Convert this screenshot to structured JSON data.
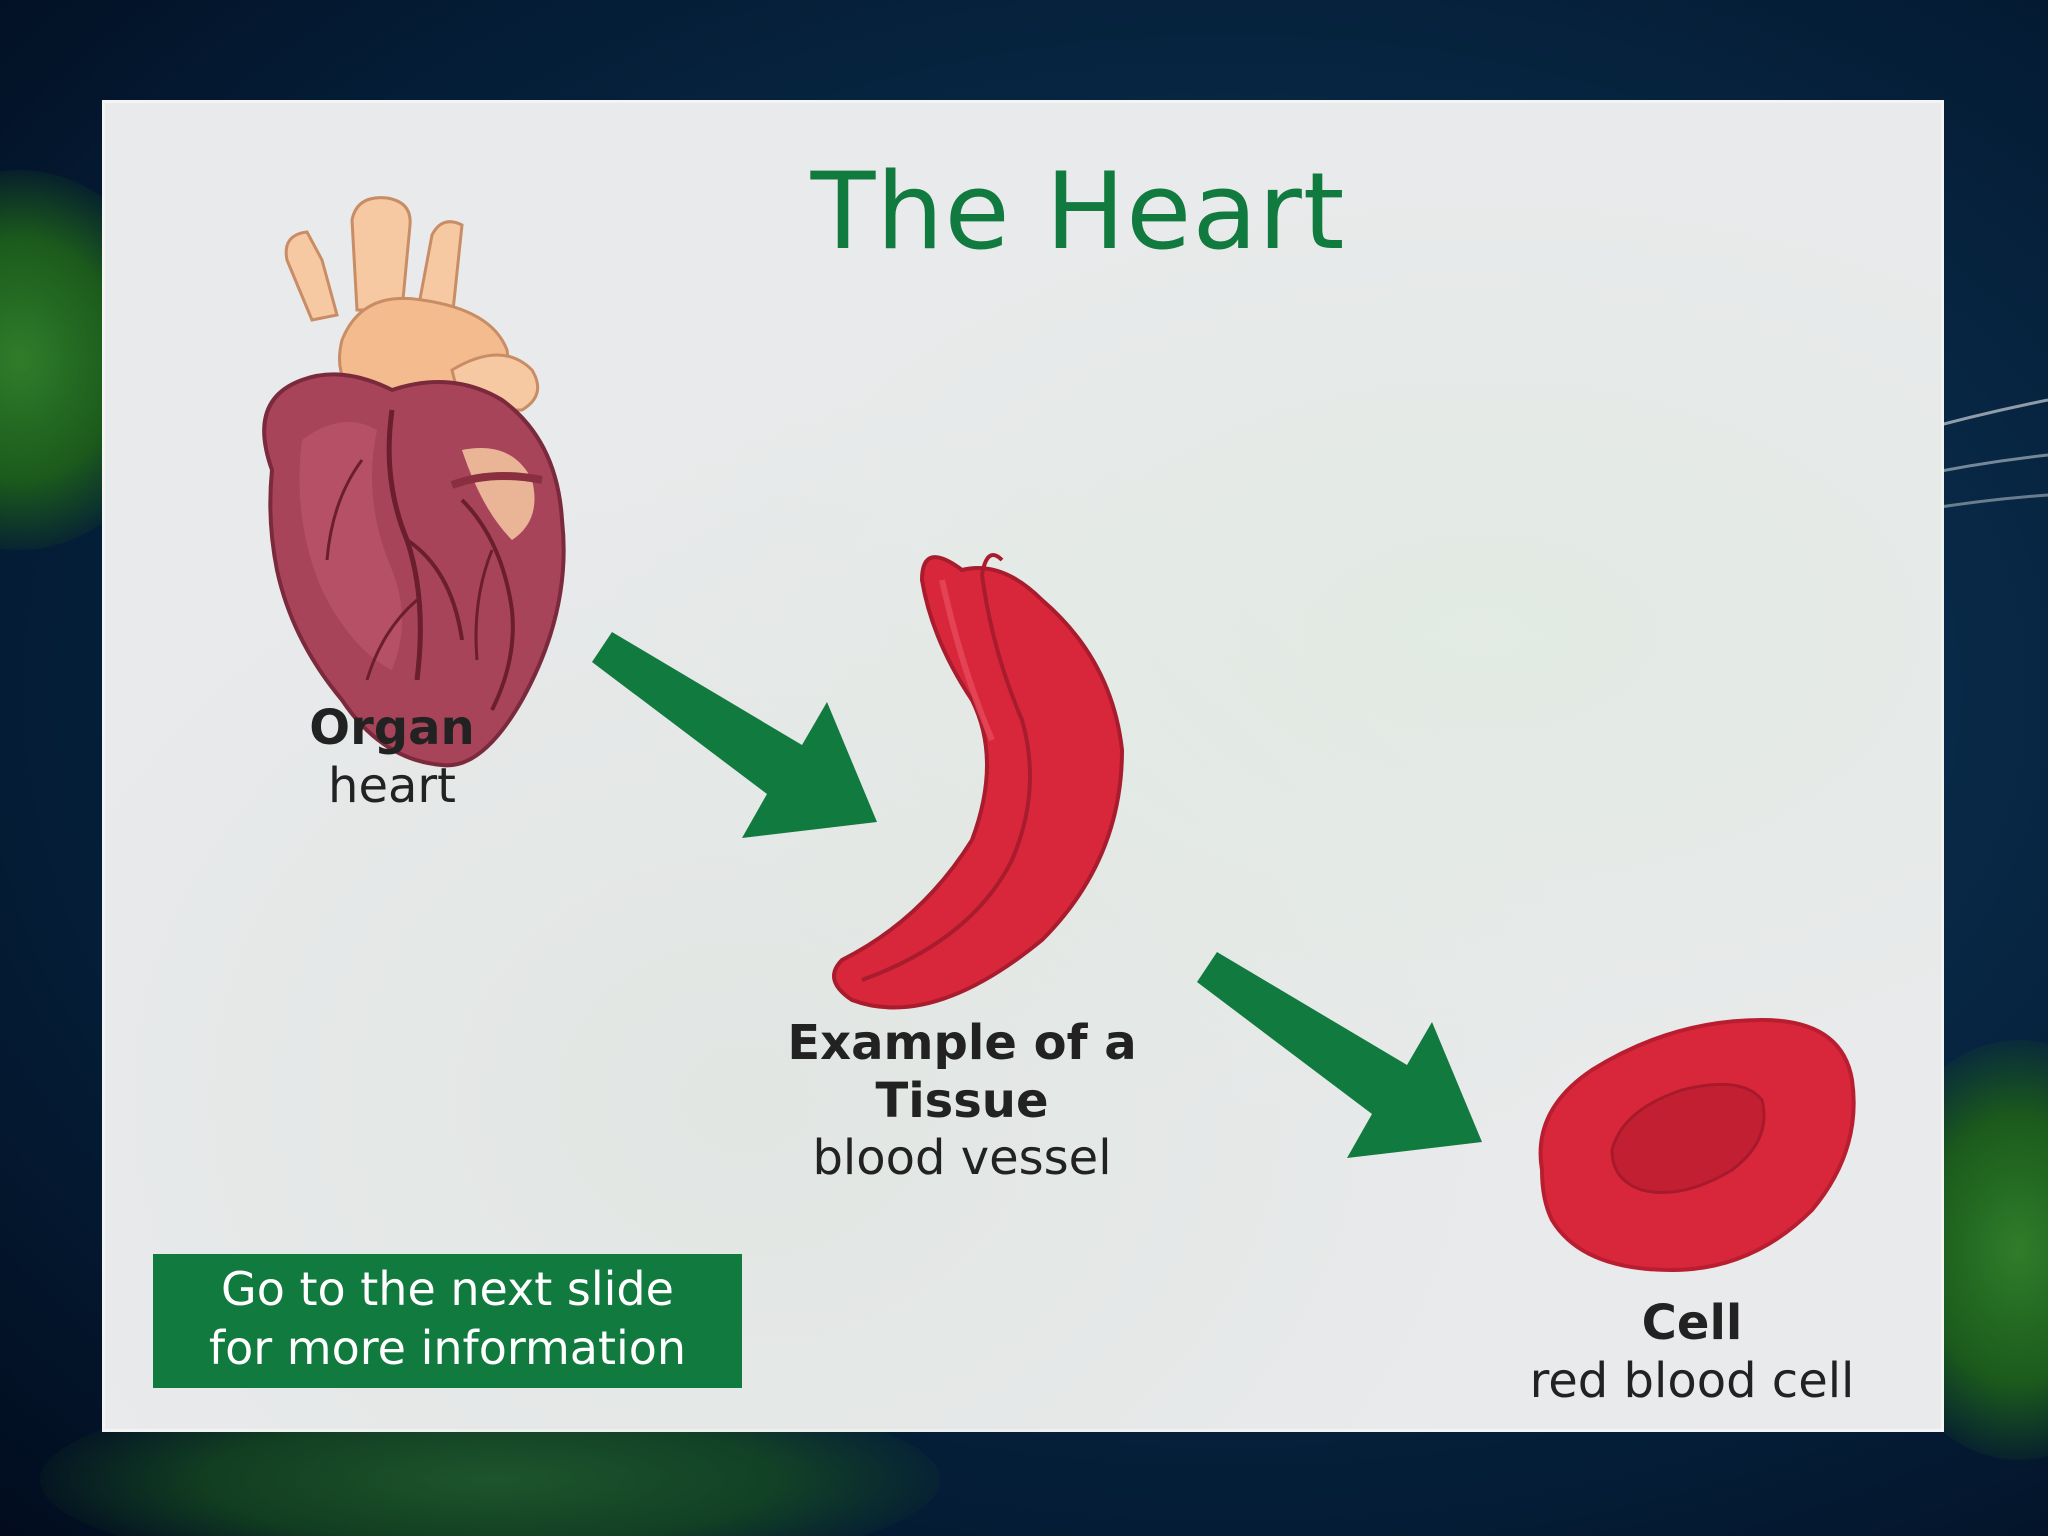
{
  "slide": {
    "title": "The Heart",
    "organ": {
      "heading": "Organ",
      "name": "heart"
    },
    "tissue": {
      "heading_line1": "Example of a",
      "heading_line2": "Tissue",
      "name": "blood vessel"
    },
    "cell": {
      "heading": "Cell",
      "name": "red blood cell"
    },
    "cta": {
      "line1": "Go to the next slide",
      "line2": "for more information"
    }
  },
  "colors": {
    "accent_green": "#117a3e",
    "slide_bg": "#e9eaec",
    "text": "#222222",
    "blood_red": "#d8273a",
    "heart_muscle": "#a8445a",
    "vessel_peach": "#f4c29a"
  },
  "icons": [
    "heart-organ-icon",
    "blood-vessel-tissue-icon",
    "red-blood-cell-icon",
    "arrow-down-right-icon"
  ]
}
